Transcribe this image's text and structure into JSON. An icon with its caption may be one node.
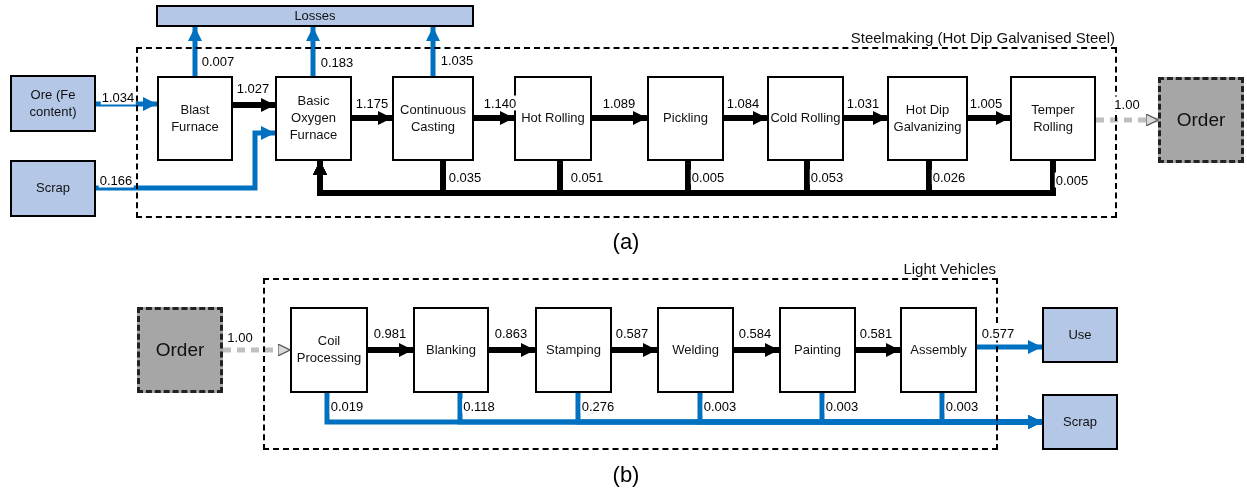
{
  "diagram": {
    "nodes": [
      {
        "text": [
          "Ore (Fe content)"
        ]
      },
      {
        "text": [
          "Scrap"
        ]
      },
      {
        "text": [
          "Losses"
        ]
      },
      {
        "text": [
          "Steelmaking (Hot Dip Galvanised Steel)"
        ]
      },
      {
        "text": [
          "Blast Furnace"
        ],
        "in": 3
      },
      {
        "text": [
          "Basic Oxygen Furnace"
        ],
        "in": 3
      },
      {
        "text": [
          "Continuous Casting"
        ],
        "in": 3
      },
      {
        "text": [
          "Hot Rolling"
        ],
        "in": 3
      },
      {
        "text": [
          "Pickling"
        ],
        "in": 3
      },
      {
        "text": [
          "Cold Rolling"
        ],
        "in": 3
      },
      {
        "text": [
          "Hot Dip Galvanizing"
        ],
        "in": 3
      },
      {
        "text": [
          "Temper Rolling"
        ],
        "in": 3
      },
      {
        "text": [
          "Order"
        ]
      },
      {
        "text": [
          "Order"
        ]
      },
      {
        "text": [
          "Light Vehicles"
        ]
      },
      {
        "text": [
          "Coil Processing"
        ],
        "in": 14
      },
      {
        "text": [
          "Blanking"
        ],
        "in": 14
      },
      {
        "text": [
          "Stamping"
        ],
        "in": 14
      },
      {
        "text": [
          "Welding"
        ],
        "in": 14
      },
      {
        "text": [
          "Painting"
        ],
        "in": 14
      },
      {
        "text": [
          "Assembly"
        ],
        "in": 14
      },
      {
        "text": [
          "Use"
        ]
      },
      {
        "text": [
          "Scrap"
        ]
      }
    ],
    "edges": [
      {
        "from": 0,
        "to": 4,
        "arrow": "to",
        "label": "1.034",
        "color": "#0070c0"
      },
      {
        "from": 1,
        "to": 5,
        "arrow": "to",
        "label": "0.166",
        "color": "#0070c0"
      },
      {
        "from": 4,
        "to": 2,
        "arrow": "to",
        "label": "0.007",
        "color": "#0070c0"
      },
      {
        "from": 5,
        "to": 2,
        "arrow": "to",
        "label": "0.183",
        "color": "#0070c0"
      },
      {
        "from": 6,
        "to": 2,
        "arrow": "to",
        "label": "1.035",
        "color": "#0070c0"
      },
      {
        "from": 4,
        "to": 5,
        "arrow": "to",
        "label": "1.027"
      },
      {
        "from": 5,
        "to": 6,
        "arrow": "to",
        "label": "1.175"
      },
      {
        "from": 6,
        "to": 7,
        "arrow": "to",
        "label": "1.140"
      },
      {
        "from": 7,
        "to": 8,
        "arrow": "to",
        "label": "1.089"
      },
      {
        "from": 8,
        "to": 9,
        "arrow": "to",
        "label": "1.084"
      },
      {
        "from": 9,
        "to": 10,
        "arrow": "to",
        "label": "1.031"
      },
      {
        "from": 10,
        "to": 11,
        "arrow": "to",
        "label": "1.005"
      },
      {
        "from": 6,
        "to": 5,
        "arrow": "to",
        "label": "0.035"
      },
      {
        "from": 7,
        "to": 5,
        "arrow": "to",
        "label": "0.051"
      },
      {
        "from": 8,
        "to": 5,
        "arrow": "to",
        "label": "0.005"
      },
      {
        "from": 9,
        "to": 5,
        "arrow": "to",
        "label": "0.053"
      },
      {
        "from": 10,
        "to": 5,
        "arrow": "to",
        "label": "0.026"
      },
      {
        "from": 11,
        "to": 5,
        "arrow": "to",
        "label": "0.005"
      },
      {
        "from": 11,
        "to": 12,
        "arrow": "to",
        "label": "1.00",
        "style": "dashed",
        "color": "#bfbfbf"
      },
      {
        "from": 13,
        "to": 15,
        "arrow": "to",
        "label": "1.00",
        "style": "dashed",
        "color": "#bfbfbf"
      },
      {
        "from": 15,
        "to": 16,
        "arrow": "to",
        "label": "0.981"
      },
      {
        "from": 16,
        "to": 17,
        "arrow": "to",
        "label": "0.863"
      },
      {
        "from": 17,
        "to": 18,
        "arrow": "to",
        "label": "0.587"
      },
      {
        "from": 18,
        "to": 19,
        "arrow": "to",
        "label": "0.584"
      },
      {
        "from": 19,
        "to": 20,
        "arrow": "to",
        "label": "0.581"
      },
      {
        "from": 20,
        "to": 21,
        "arrow": "to",
        "label": "0.577",
        "color": "#0070c0"
      },
      {
        "from": 15,
        "to": 22,
        "arrow": "to",
        "label": "0.019",
        "color": "#0070c0"
      },
      {
        "from": 16,
        "to": 22,
        "arrow": "to",
        "label": "0.118",
        "color": "#0070c0"
      },
      {
        "from": 17,
        "to": 22,
        "arrow": "to",
        "label": "0.276",
        "color": "#0070c0"
      },
      {
        "from": 18,
        "to": 22,
        "arrow": "to",
        "label": "0.003",
        "color": "#0070c0"
      },
      {
        "from": 19,
        "to": 22,
        "arrow": "to",
        "label": "0.003",
        "color": "#0070c0"
      },
      {
        "from": 20,
        "to": 22,
        "arrow": "to",
        "label": "0.003",
        "color": "#0070c0"
      }
    ],
    "labels": [
      "(a)",
      "(b)"
    ]
  }
}
